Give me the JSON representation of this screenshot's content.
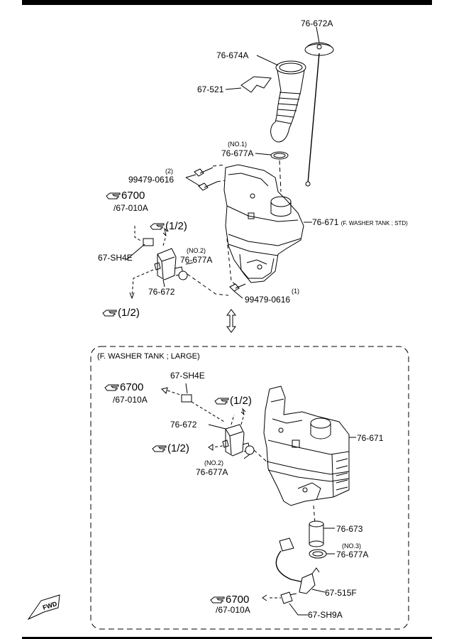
{
  "std": {
    "p76672A": "76-672A",
    "p76674A": "76-674A",
    "p67521": "67-521",
    "no1": "(NO.1)",
    "p76677A_1": "76-677A",
    "qty2": "(2)",
    "p99479_a": "99479-0616",
    "ref6700": "6700",
    "ref67010A": "/67-010A",
    "ref_half_a": "(1/2)",
    "p76671": "76-671",
    "p76671_note": "(F. WASHER TANK ; STD)",
    "no2": "(NO.2)",
    "p76677A_2": "76-677A",
    "p67SH4E": "67-SH4E",
    "p76672": "76-672",
    "qty1": "(1)",
    "p99479_b": "99479-0616",
    "ref_half_b": "(1/2)"
  },
  "large": {
    "title": "(F. WASHER TANK ; LARGE)",
    "p67SH4E": "67-SH4E",
    "ref6700": "6700",
    "ref67010A": "/67-010A",
    "ref_half_a": "(1/2)",
    "p76672": "76-672",
    "p76671": "76-671",
    "ref_half_b": "(1/2)",
    "no2": "(NO.2)",
    "p76677A": "76-677A",
    "p76673": "76-673",
    "no3": "(NO.3)",
    "p76677A_3": "76-677A",
    "p67515F": "67-515F",
    "ref6700_b": "6700",
    "ref67010A_b": "/67-010A",
    "p67SH9A": "67-SH9A"
  },
  "fwd": "FWD",
  "icons": [
    "hand-pointing-icon",
    "double-arrow-icon",
    "fwd-arrow-icon"
  ]
}
